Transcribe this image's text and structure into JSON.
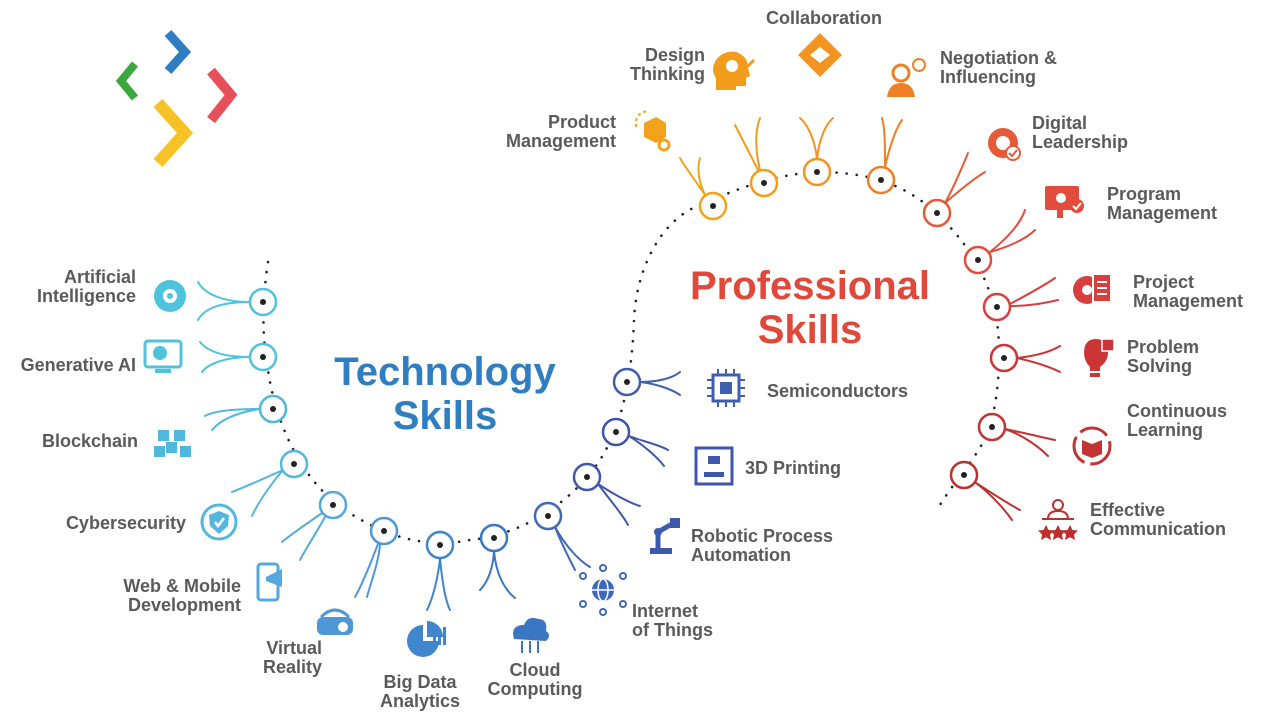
{
  "colors": {
    "tech_heading": "#2f7ec2",
    "prof_heading": "#e0483b",
    "logo_blue": "#2f7ec2",
    "logo_green": "#3aa83e",
    "logo_red": "#e7505a",
    "logo_yellow": "#f6c226"
  },
  "headings": {
    "technology": "Technology\nSkills",
    "professional": "Professional\nSkills"
  },
  "technology_skills": [
    {
      "label": "Artificial\nIntelligence",
      "icon": "ai-brain-gear-icon",
      "color": "#4fc3dc"
    },
    {
      "label": "Generative AI",
      "icon": "monitor-brain-icon",
      "color": "#4fc3dc"
    },
    {
      "label": "Blockchain",
      "icon": "blockchain-cubes-icon",
      "color": "#4fb8dc"
    },
    {
      "label": "Cybersecurity",
      "icon": "shield-check-icon",
      "color": "#55b6e0"
    },
    {
      "label": "Web & Mobile\nDevelopment",
      "icon": "mobile-megaphone-icon",
      "color": "#54a8dd"
    },
    {
      "label": "Virtual\nReality",
      "icon": "vr-headset-icon",
      "color": "#4f97d6"
    },
    {
      "label": "Big Data\nAnalytics",
      "icon": "pie-chart-icon",
      "color": "#3f86cc"
    },
    {
      "label": "Cloud\nComputing",
      "icon": "cloud-icon",
      "color": "#3a77c2"
    },
    {
      "label": "Internet\nof Things",
      "icon": "globe-network-icon",
      "color": "#3e68b8"
    },
    {
      "label": "Robotic Process\nAutomation",
      "icon": "robot-arm-icon",
      "color": "#3e58ae"
    },
    {
      "label": "3D Printing",
      "icon": "3d-printer-icon",
      "color": "#3f56ab"
    },
    {
      "label": "Semiconductors",
      "icon": "chip-icon",
      "color": "#3e5fb0"
    }
  ],
  "professional_skills": [
    {
      "label": "Product\nManagement",
      "icon": "product-box-gears-icon",
      "color": "#f2a31b"
    },
    {
      "label": "Design\nThinking",
      "icon": "head-lightbulb-icon",
      "color": "#f29c1c"
    },
    {
      "label": "Collaboration",
      "icon": "handshake-icon",
      "color": "#f39320"
    },
    {
      "label": "Negotiation &\nInfluencing",
      "icon": "person-speaking-icon",
      "color": "#ef7f24"
    },
    {
      "label": "Digital\nLeadership",
      "icon": "gear-person-icon",
      "color": "#e55a38"
    },
    {
      "label": "Program\nManagement",
      "icon": "monitor-gear-icon",
      "color": "#e34b3d"
    },
    {
      "label": "Project\nManagement",
      "icon": "gear-document-icon",
      "color": "#d83e3e"
    },
    {
      "label": "Problem\nSolving",
      "icon": "lightbulb-puzzle-icon",
      "color": "#cc3535"
    },
    {
      "label": "Continuous\nLearning",
      "icon": "book-cycle-icon",
      "color": "#c23434"
    },
    {
      "label": "Effective\nCommunication",
      "icon": "people-stars-icon",
      "color": "#bd3030"
    }
  ]
}
